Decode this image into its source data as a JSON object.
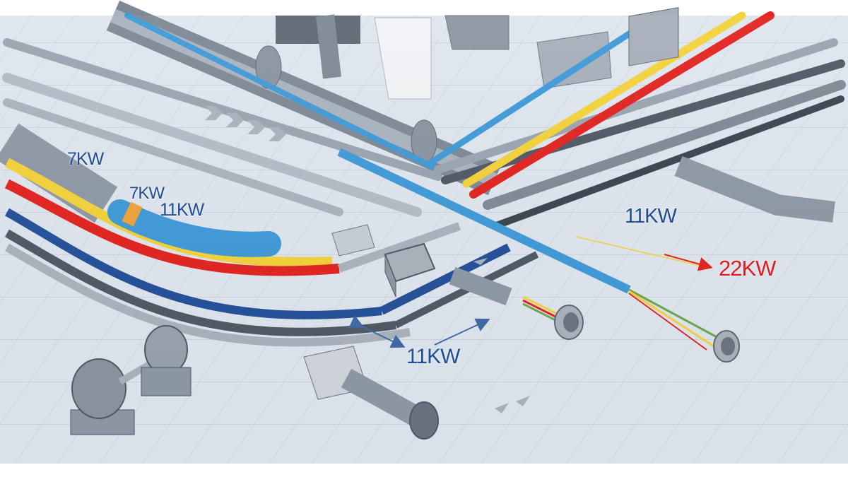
{
  "labels": {
    "kw7_a": "7KW",
    "kw7_b": "7KW",
    "kw11_a": "11KW",
    "kw11_b": "11KW",
    "kw22": "22KW",
    "kw11_c": "11KW"
  },
  "colors": {
    "floor": "#dfe6ee",
    "grid_line": "#c3ccd6",
    "pipe_gray": "#8e99a6",
    "pipe_dark": "#4f5965",
    "cable_blue": "#3f9ad8",
    "cable_navy": "#24509a",
    "cable_yellow": "#f3d23a",
    "cable_red": "#e2231f",
    "label_blue": "#1f4f92",
    "label_red": "#e11b22"
  },
  "icons": [
    "pump-motor-icon",
    "junction-box-icon",
    "flow-arrows-icon",
    "double-arrow-icon",
    "wire-bundle-icon",
    "cable-connector-icon"
  ]
}
